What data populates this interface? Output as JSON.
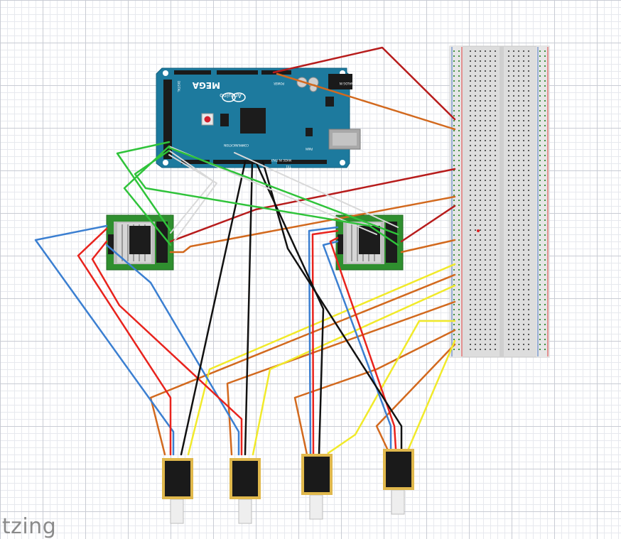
{
  "arduino": {
    "model": "MEGA",
    "brand": "Arduino",
    "header_labels": [
      "ANALOG IN",
      "POWER",
      "DIGITAL",
      "COMMUNICATION",
      "PWM",
      "TX1",
      "MADE IN ITALY"
    ],
    "body_color": "#1d7a9e"
  },
  "watermark": {
    "text": "itzing"
  },
  "colors": {
    "board": "#1d7a9e",
    "driver_pcb": "#2f8f2f",
    "wire_red": "#e8231d",
    "wire_darkred": "#b71c1c",
    "wire_blue": "#3b7fd1",
    "wire_black": "#111111",
    "wire_yellow": "#f1ea2a",
    "wire_orange": "#d2691e",
    "wire_green": "#2fc33a",
    "wire_white": "#e6e6e6",
    "solenoid_body": "#1a1a1a",
    "solenoid_frame": "#e0b84c"
  },
  "components": {
    "drivers": 2,
    "solenoids": 4,
    "breadboard": 1
  }
}
